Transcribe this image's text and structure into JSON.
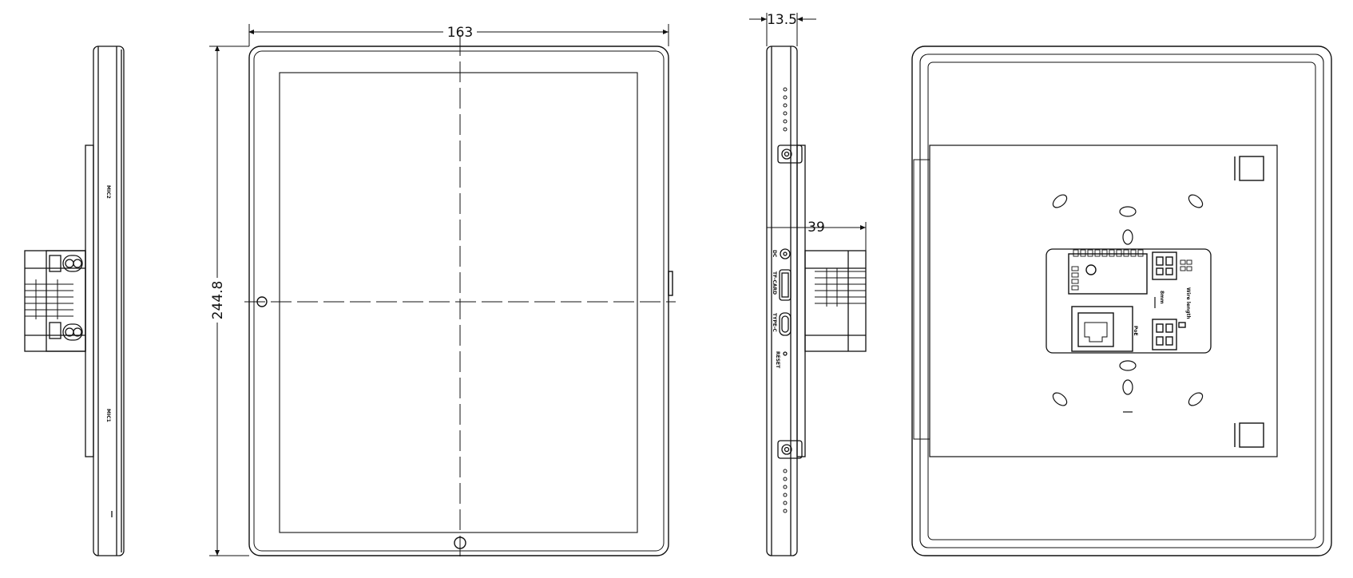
{
  "dimensions": {
    "width": "163",
    "height": "244.8",
    "depth_panel": "13.5",
    "depth_total": "39"
  },
  "side_left": {
    "label_top": "MIC2",
    "label_bottom": "MIC1"
  },
  "side_right": {
    "label_dc": "DC",
    "label_tf": "TF-CARD",
    "label_typec": "TYPE-C",
    "label_reset": "RESET"
  },
  "back": {
    "label_poe": "PoE",
    "label_wire": "Wire length",
    "label_strip": "8mm"
  }
}
